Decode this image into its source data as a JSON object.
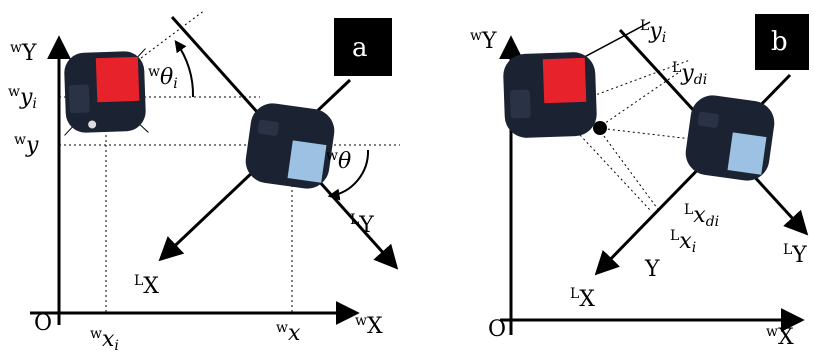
{
  "panels": [
    {
      "letter": "a",
      "origin": "O",
      "world_x_axis": {
        "sup": "w",
        "name": "X"
      },
      "world_y_axis": {
        "sup": "w",
        "name": "Y"
      },
      "local_x_axis": {
        "sup": "L",
        "name": "X"
      },
      "local_y_axis": {
        "sup": "L",
        "name": "Y"
      },
      "x_tick": {
        "sup": "w",
        "name": "x"
      },
      "xi_tick": {
        "sup": "w",
        "name": "x",
        "sub": "i"
      },
      "y_tick": {
        "sup": "w",
        "name": "y"
      },
      "yi_tick": {
        "sup": "w",
        "name": "y",
        "sub": "i"
      },
      "theta": {
        "sup": "w",
        "name": "θ"
      },
      "theta_i": {
        "sup": "w",
        "name": "θ",
        "sub": "i"
      }
    },
    {
      "letter": "b",
      "origin": "O",
      "world_x_axis": {
        "sup": "w",
        "name": "X"
      },
      "world_y_axis": {
        "sup": "w",
        "name": "Y"
      },
      "local_x_axis": {
        "sup": "L",
        "name": "X"
      },
      "local_y_axis": {
        "sup": "L",
        "name": "Y"
      },
      "y_label": "Y",
      "ly_i": {
        "sup": "L",
        "name": "y",
        "sub": "i"
      },
      "ly_di": {
        "sup": "L",
        "name": "y",
        "sub": "di"
      },
      "lx_di": {
        "sup": "L",
        "name": "x",
        "sub": "di"
      },
      "lx_i": {
        "sup": "L",
        "name": "x",
        "sub": "i"
      }
    }
  ],
  "colors": {
    "robot_body": "#1b2333",
    "red_marker": "#e8222a",
    "blue_marker": "#9cc1e2",
    "axes": "#000000"
  }
}
